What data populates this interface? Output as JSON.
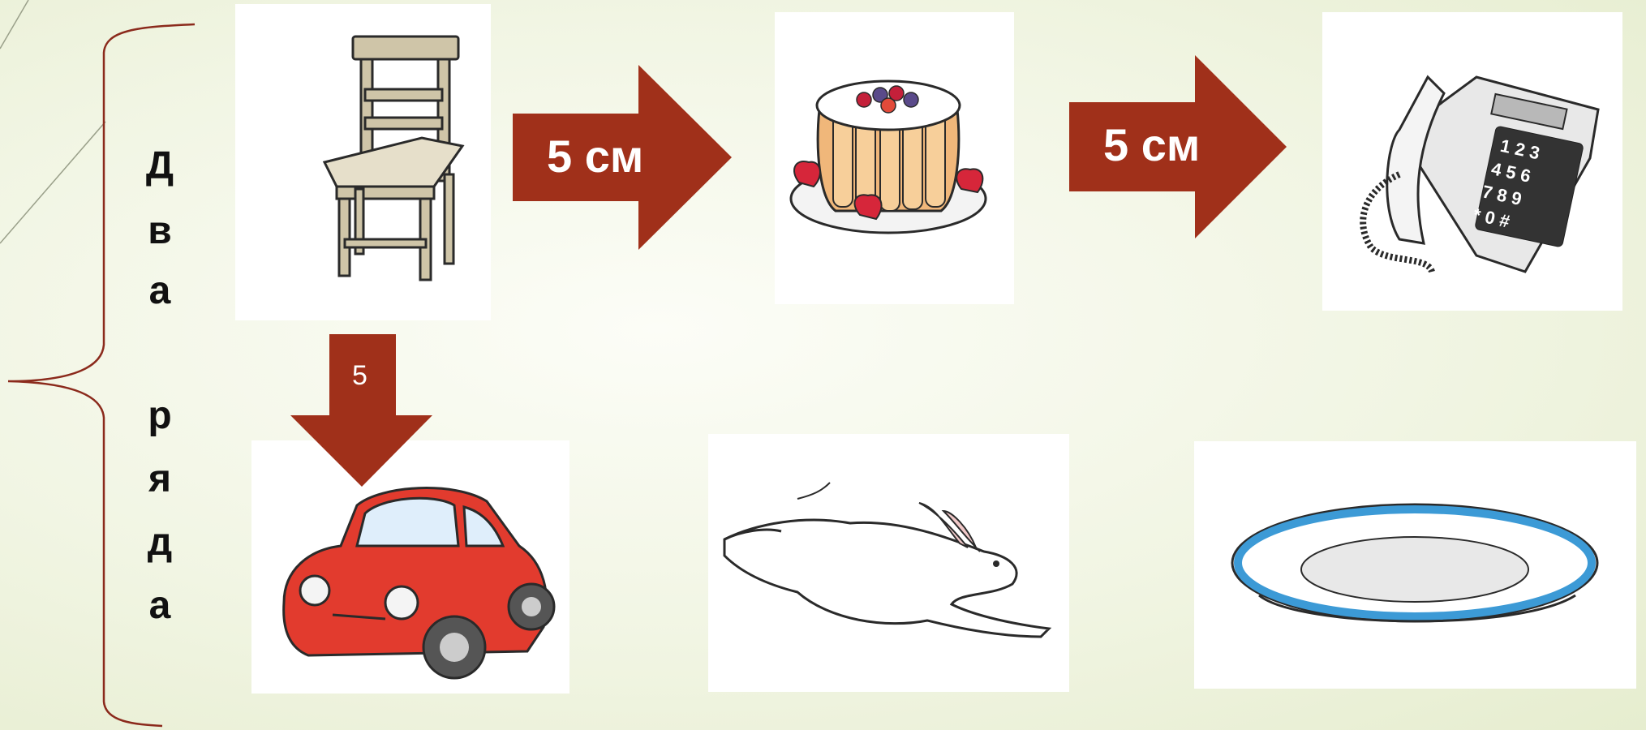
{
  "vertical_label": {
    "word1": [
      "Д",
      "в",
      "а"
    ],
    "word2": [
      "р",
      "я",
      "д",
      "а"
    ]
  },
  "arrows": {
    "chair_to_cake": "5 см",
    "cake_to_phone": "5 см",
    "chair_to_car": "5"
  },
  "pictures": {
    "row1": [
      "chair",
      "cake",
      "telephone"
    ],
    "row2": [
      "car",
      "hare",
      "plate"
    ]
  },
  "colors": {
    "arrow": "#a0301a",
    "bracket": "#8b2a1c",
    "background": "#f1f5e3"
  }
}
